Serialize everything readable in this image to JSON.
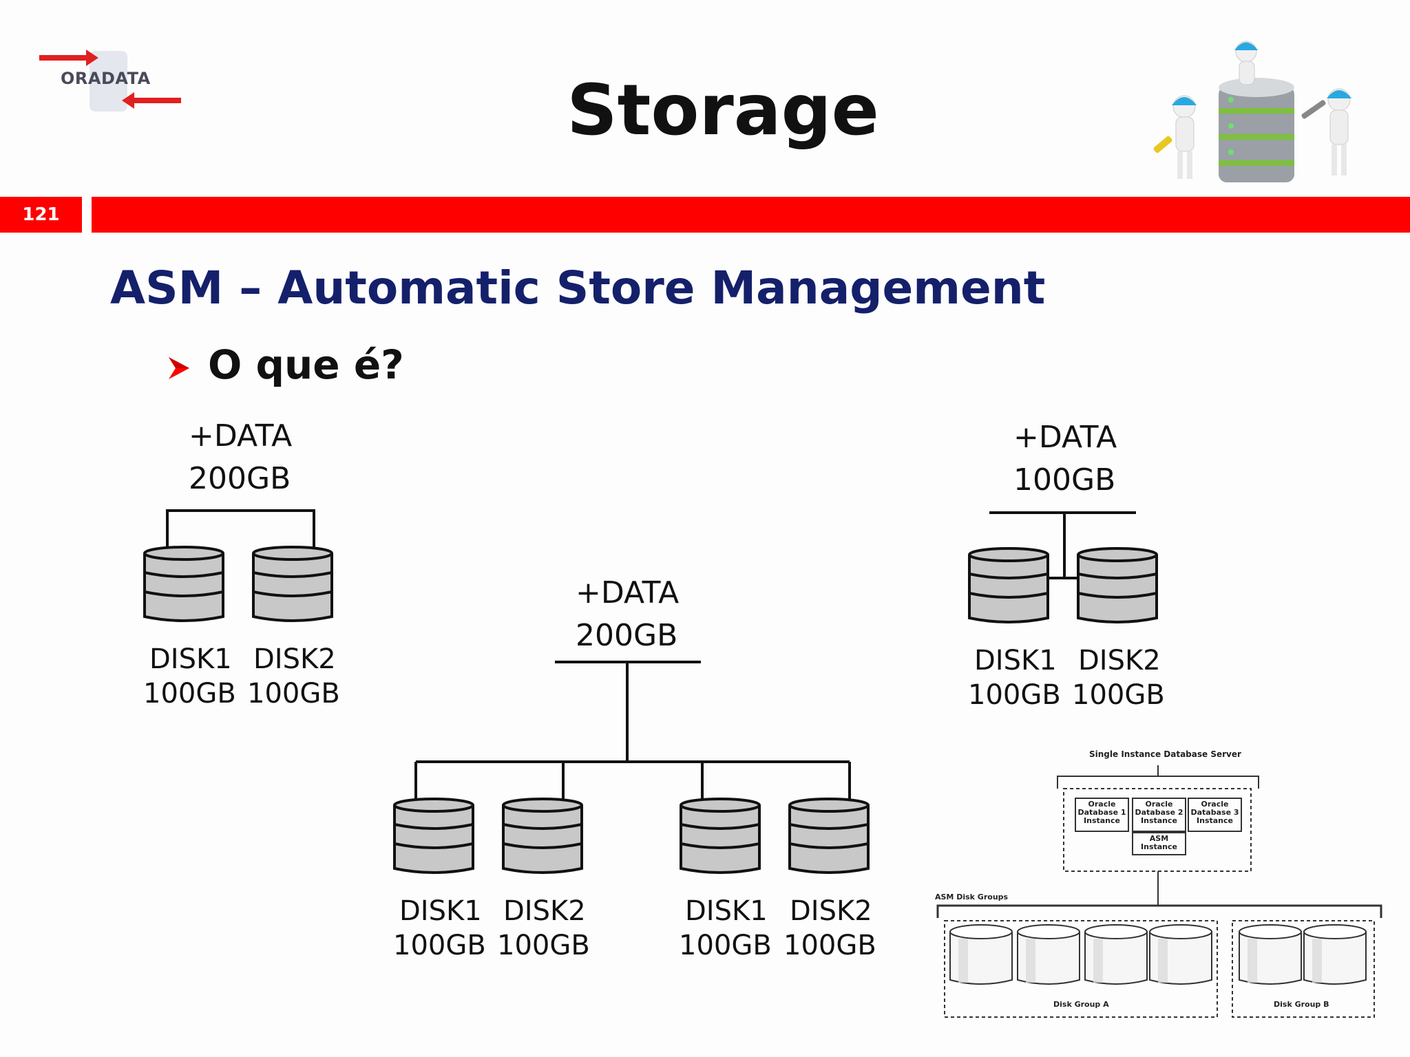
{
  "header": {
    "logo_text": "ORADATA",
    "title": "Storage",
    "slide_number": "121"
  },
  "section": {
    "title": "ASM – Automatic Store Management",
    "bullet": "O que é?"
  },
  "diagram_left": {
    "group_label": "+DATA",
    "group_size": "200GB",
    "disks": [
      {
        "name": "DISK1",
        "size": "100GB"
      },
      {
        "name": "DISK2",
        "size": "100GB"
      }
    ]
  },
  "diagram_center": {
    "group_label": "+DATA",
    "group_size": "200GB",
    "disks": [
      {
        "name": "DISK1",
        "size": "100GB"
      },
      {
        "name": "DISK2",
        "size": "100GB"
      },
      {
        "name": "DISK1",
        "size": "100GB"
      },
      {
        "name": "DISK2",
        "size": "100GB"
      }
    ]
  },
  "diagram_right": {
    "group_label": "+DATA",
    "group_size": "100GB",
    "disks": [
      {
        "name": "DISK1",
        "size": "100GB"
      },
      {
        "name": "DISK2",
        "size": "100GB"
      }
    ]
  },
  "server_diagram": {
    "server_title": "Single Instance Database Server",
    "instances": [
      "Oracle Database 1 Instance",
      "Oracle Database 2 Instance",
      "Oracle Database 3 Instance"
    ],
    "instance_lines": [
      [
        "Oracle",
        "Database 1",
        "Instance"
      ],
      [
        "Oracle",
        "Database 2",
        "Instance"
      ],
      [
        "Oracle",
        "Database 3",
        "Instance"
      ]
    ],
    "asm_instance": [
      "ASM",
      "Instance"
    ],
    "disk_groups_label": "ASM Disk Groups",
    "disk_group_a": "Disk Group A",
    "disk_group_b": "Disk Group B"
  },
  "colors": {
    "accent_red": "#ff0000",
    "title_blue": "#15206b",
    "disk_gray": "#c8c8c8"
  }
}
